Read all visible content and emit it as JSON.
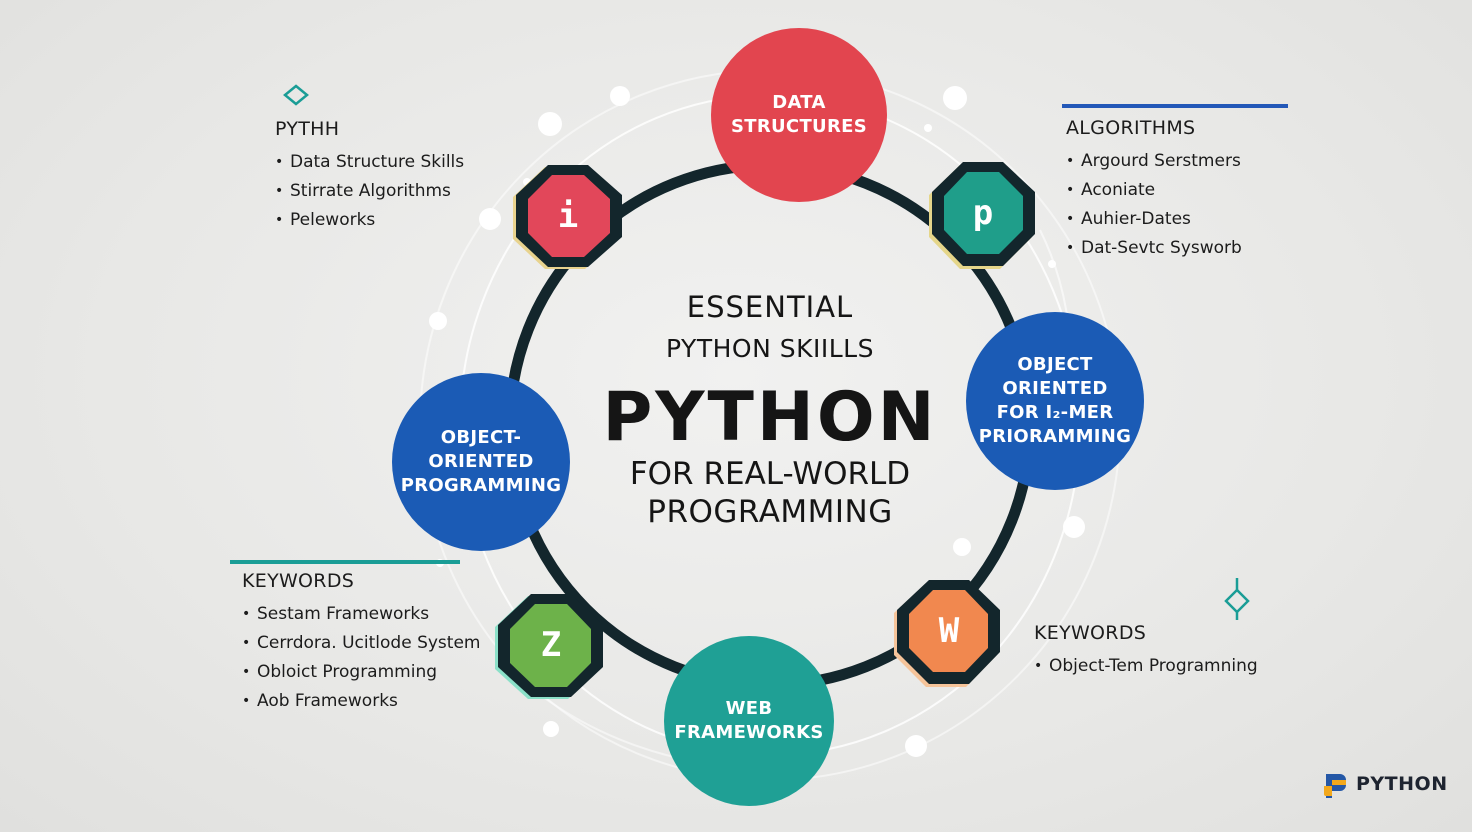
{
  "center": {
    "line1": "ESSENTIAL",
    "line2": "PYTHON SKIILLS",
    "main": "PYTHON",
    "line3": "FOR REAL-WORLD",
    "line4": "PROGRAMMING"
  },
  "nodes": {
    "top": {
      "lines": [
        "DATA",
        "STRUCTURES"
      ],
      "color": "#e2454f"
    },
    "left": {
      "lines": [
        "OBJECT-",
        "ORIENTED",
        "PROGRAMMING"
      ],
      "color": "#1b5bb5"
    },
    "right": {
      "lines": [
        "OBJECT",
        "ORIENTED",
        "FOR I₂-MER",
        "PRIORAMMING"
      ],
      "color": "#1b5bb5"
    },
    "bottom": {
      "lines": [
        "WEB",
        "FRAMEWORKS"
      ],
      "color": "#1fa095"
    }
  },
  "hexes": {
    "top_left": {
      "label": "i",
      "color": "#e2475a"
    },
    "top_right": {
      "label": "p",
      "color": "#1f9e8a"
    },
    "bottom_left": {
      "label": "Z",
      "color": "#6db24a"
    },
    "bottom_right": {
      "label": "W",
      "color": "#f1884f"
    }
  },
  "panels": {
    "top_left": {
      "title": "PYTHH",
      "items": [
        "Data Structure Skills",
        "Stirrate Algorithms",
        "Peleworks"
      ]
    },
    "top_right": {
      "title": "ALGORITHMS",
      "items": [
        "Argourd Serstmers",
        "Aconiate",
        "Auhier-Dates",
        "Dat-Sevtc Sysworb"
      ]
    },
    "bottom_left": {
      "title": "KEYWORDS",
      "items": [
        "Sestam Frameworks",
        "Cerrdora. Ucitlode System",
        "Obloict Programming",
        "Aob Frameworks"
      ]
    },
    "bottom_right": {
      "title": "KEYWORDS",
      "items": [
        "Object-Tem Programning"
      ]
    }
  },
  "colors": {
    "ring": "#13262c",
    "teal_accent": "#1a9d96",
    "blue_accent": "#2358b8",
    "logo_blue": "#2457a6",
    "logo_yellow": "#f2a81d"
  },
  "icons": {
    "top_left_ornament": "diamond-icon",
    "right_ornament": "diamond-pin-icon",
    "logo": "python-logo-icon"
  },
  "logo": {
    "text": "PYTHON"
  }
}
